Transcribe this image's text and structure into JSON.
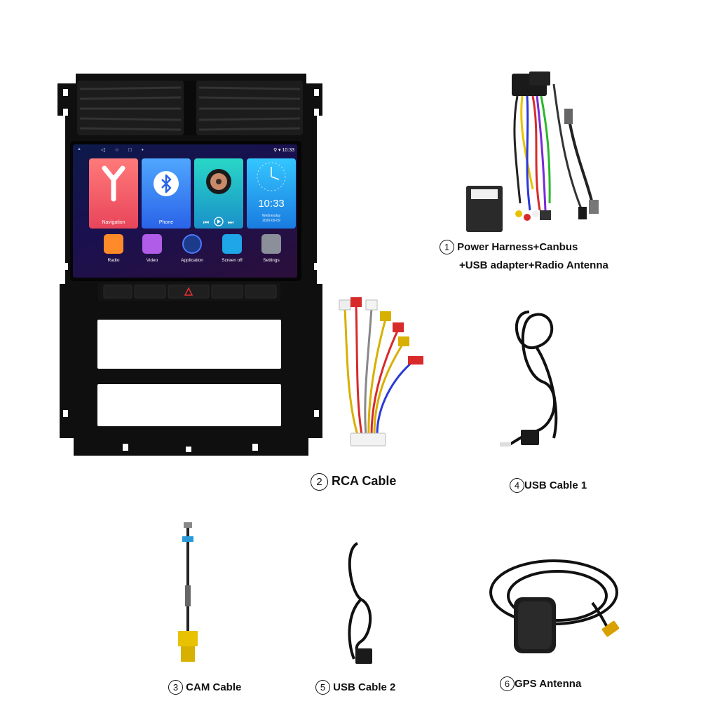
{
  "screen": {
    "status_time": "10:33",
    "cards": [
      {
        "label": "Navigation"
      },
      {
        "label": "Phone"
      },
      {
        "label": ""
      },
      {
        "label": ""
      }
    ],
    "clock": {
      "time": "10:33",
      "day": "Wednesday",
      "date": "2020-09-09"
    },
    "apps": [
      {
        "label": "Radio",
        "color": "#ff8a2a"
      },
      {
        "label": "Video",
        "color": "#b05ce8"
      },
      {
        "label": "Application",
        "color": "#1c3b8a"
      },
      {
        "label": "Screen off",
        "color": "#1ea6e8"
      },
      {
        "label": "Settings",
        "color": "#8a8f9a"
      }
    ]
  },
  "items": [
    {
      "num": "1",
      "line1": "Power Harness+Canbus",
      "line2": "+USB adapter+Radio Antenna"
    },
    {
      "num": "2",
      "label": "RCA Cable"
    },
    {
      "num": "3",
      "label": "CAM Cable"
    },
    {
      "num": "4",
      "label": "USB Cable 1"
    },
    {
      "num": "5",
      "label": "USB Cable 2"
    },
    {
      "num": "6",
      "label": "GPS Antenna"
    }
  ]
}
